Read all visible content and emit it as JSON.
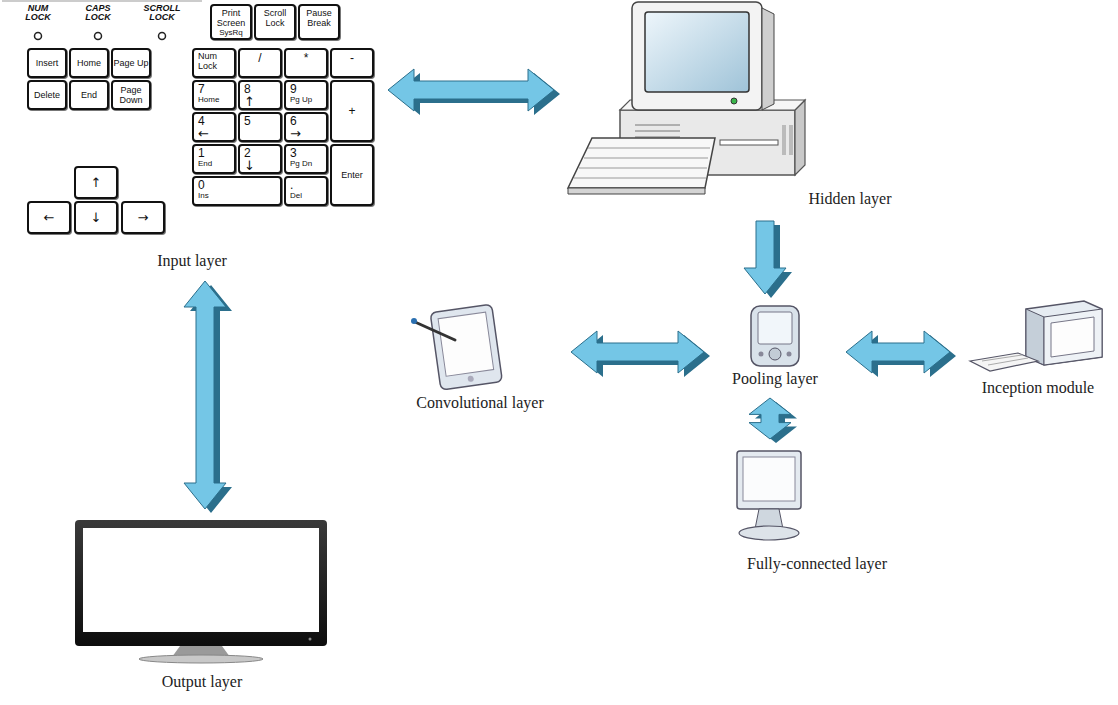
{
  "diagram": {
    "nodes": [
      {
        "text": [
          "Input layer"
        ]
      },
      {
        "text": [
          "Hidden layer"
        ]
      },
      {
        "text": [
          "Convolutional layer"
        ]
      },
      {
        "text": [
          "Pooling layer"
        ]
      },
      {
        "text": [
          "Inception module"
        ]
      },
      {
        "text": [
          "Fully-connected layer"
        ]
      },
      {
        "text": [
          "Output layer"
        ]
      }
    ],
    "edges": [
      {
        "from": 0,
        "to": 1,
        "arrow": "both"
      },
      {
        "from": 1,
        "to": 3,
        "arrow": "to"
      },
      {
        "from": 2,
        "to": 3,
        "arrow": "both"
      },
      {
        "from": 3,
        "to": 4,
        "arrow": "both"
      },
      {
        "from": 3,
        "to": 5,
        "arrow": "both"
      },
      {
        "from": 0,
        "to": 6,
        "arrow": "both"
      }
    ],
    "labels": [
      "NUM LOCK",
      "CAPS LOCK",
      "SCROLL LOCK",
      "Print Screen",
      "SysRq",
      "Scroll Lock",
      "Pause Break",
      "Insert",
      "Home",
      "Page Up",
      "Delete",
      "End",
      "Page Down",
      "Num Lock",
      "/",
      "*",
      "-",
      "7",
      "Home",
      "8",
      "↑",
      "9",
      "Pg Up",
      "+",
      "4",
      "←",
      "5",
      "6",
      "→",
      "1",
      "End",
      "2",
      "↓",
      "3",
      "Pg Dn",
      "Enter",
      "0",
      "Ins",
      ".",
      "Del",
      "↑",
      "←",
      "↓",
      "→"
    ]
  }
}
